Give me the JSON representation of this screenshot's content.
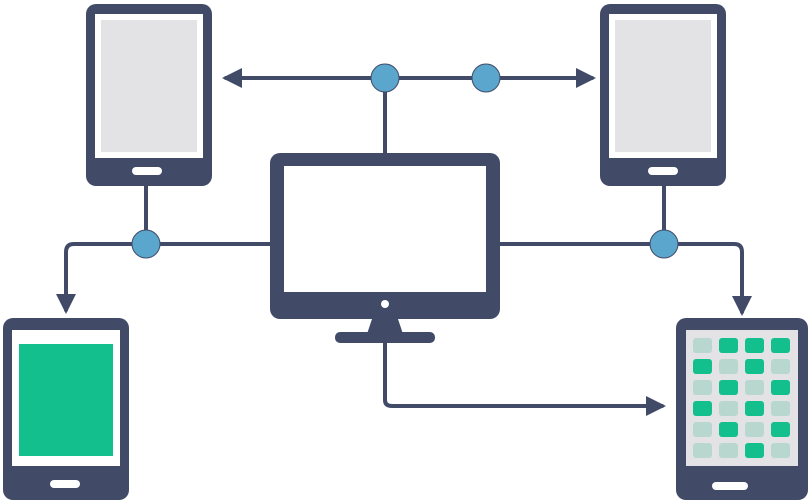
{
  "colors": {
    "outline": "#414b68",
    "screen_gray": "#e3e3e6",
    "screen_white": "#ffffff",
    "node": "#5aa6cc",
    "accent_green": "#13c08d",
    "tile_light": "#b8d8cf"
  },
  "devices": {
    "top_left": {
      "kind": "phone",
      "screen": "gray"
    },
    "top_right": {
      "kind": "phone",
      "screen": "gray"
    },
    "center": {
      "kind": "monitor",
      "screen": "white"
    },
    "bottom_left": {
      "kind": "tablet",
      "screen": "green"
    },
    "bottom_right": {
      "kind": "tablet",
      "screen": "app-grid"
    }
  },
  "app_grid": {
    "rows": 6,
    "cols": 4,
    "highlighted": [
      [
        0,
        1
      ],
      [
        0,
        2
      ],
      [
        0,
        3
      ],
      [
        1,
        0
      ],
      [
        1,
        2
      ],
      [
        2,
        1
      ],
      [
        2,
        3
      ],
      [
        3,
        0
      ],
      [
        3,
        2
      ],
      [
        4,
        1
      ],
      [
        4,
        3
      ],
      [
        5,
        2
      ]
    ]
  },
  "nodes": [
    "hub-top-a",
    "hub-top-b",
    "hub-left",
    "hub-right"
  ],
  "icons": [
    "arrow-left-icon",
    "arrow-right-icon",
    "arrow-down-icon",
    "arrow-right-icon"
  ]
}
